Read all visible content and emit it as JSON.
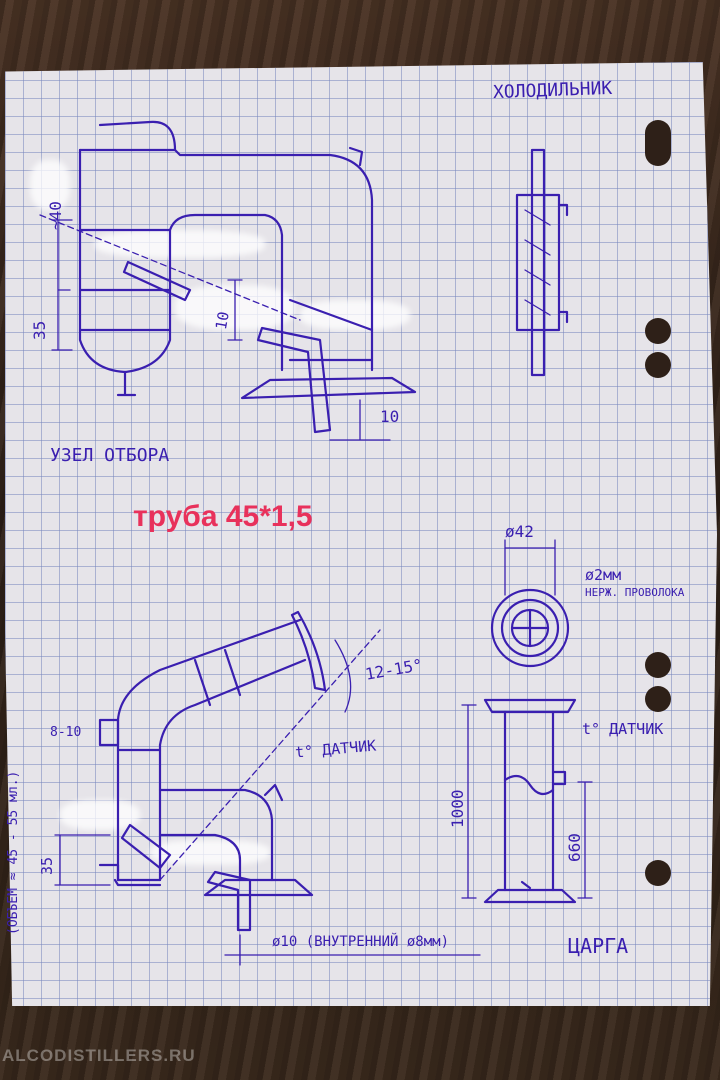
{
  "labels": {
    "condenser": "ХОЛОДИЛЬНИК",
    "takeoff_unit": "УЗЕЛ ОТБОРА",
    "pipe": "труба 45*1,5",
    "dim_40": "~40",
    "dim_35_top": "35",
    "dim_10_top": "10",
    "dim_10": "10",
    "dim_d42": "ø42",
    "wire": "ø2мм",
    "wire_material": "НЕРЖ. ПРОВОЛОКА",
    "angle": "12-15°",
    "dim_8_10": "8-10",
    "sensor_left": "t° ДАТЧИК",
    "sensor_right": "t° ДАТЧИК",
    "volume": "(ОБЪЕМ ≈ 45 - 55 мл.)",
    "dim_35_bottom": "35",
    "dim_1000": "1000",
    "dim_660": "660",
    "dim_d10": "ø10 (ВНУТРЕННИЙ ø8мм)",
    "column": "ЦАРГА"
  },
  "watermark": "ALCODISTILLERS.RU",
  "colors": {
    "ink": "#3a1fb0",
    "title": "#e8315b",
    "grid": "#8c97c9"
  }
}
